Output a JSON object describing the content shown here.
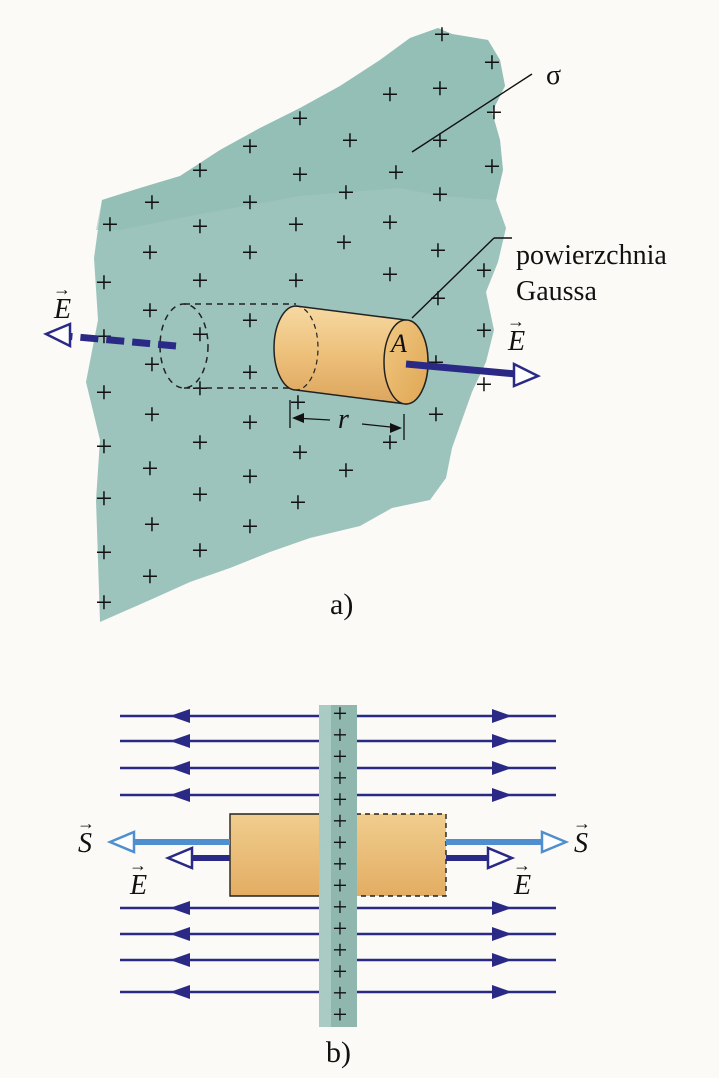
{
  "figure_a": {
    "caption": "a)",
    "sigma_label": "σ",
    "gauss_label_line1": "powierzchnia",
    "gauss_label_line2": "Gaussa",
    "area_label": "A",
    "radius_label": "r",
    "field_label": "E",
    "charge_symbol": "+"
  },
  "figure_b": {
    "caption": "b)",
    "field_label": "E",
    "surface_vector_label": "S",
    "charge_symbol": "+"
  },
  "colors": {
    "plate": "#9cc4bc",
    "plate_dark": "#7fb0a8",
    "field_arrow": "#2a2a86",
    "surface_vector": "#4f8fd0",
    "cylinder_fill": "#ecc07a",
    "cylinder_end": "#e8b463"
  }
}
